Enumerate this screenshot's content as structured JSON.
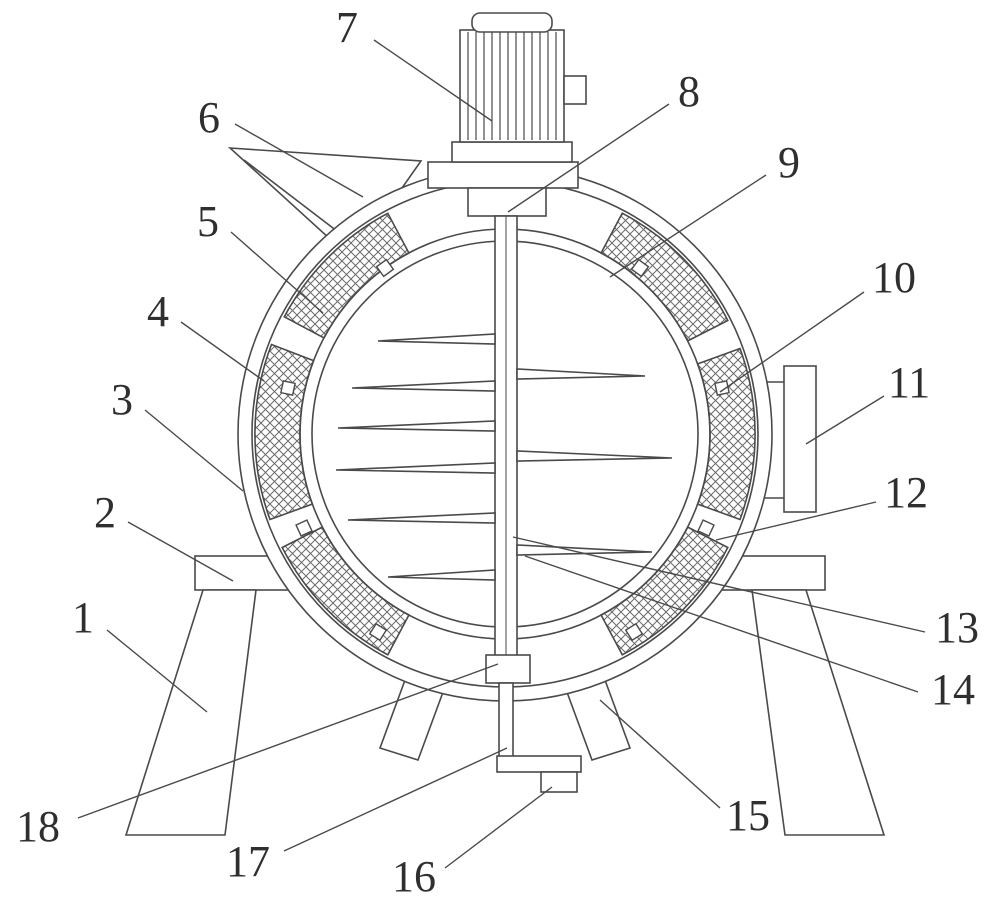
{
  "figure": {
    "kind": "patent-style technical drawing of a drum mixer with motor, agitator shaft, blades and support legs",
    "colors": {
      "background": "#ffffff",
      "line": "#4a4a4a",
      "hatch": "#6a6a6a",
      "text": "#2f2f2f"
    },
    "labels": [
      "1",
      "2",
      "3",
      "4",
      "5",
      "6",
      "7",
      "8",
      "9",
      "10",
      "11",
      "12",
      "13",
      "14",
      "15",
      "16",
      "17",
      "18"
    ]
  }
}
